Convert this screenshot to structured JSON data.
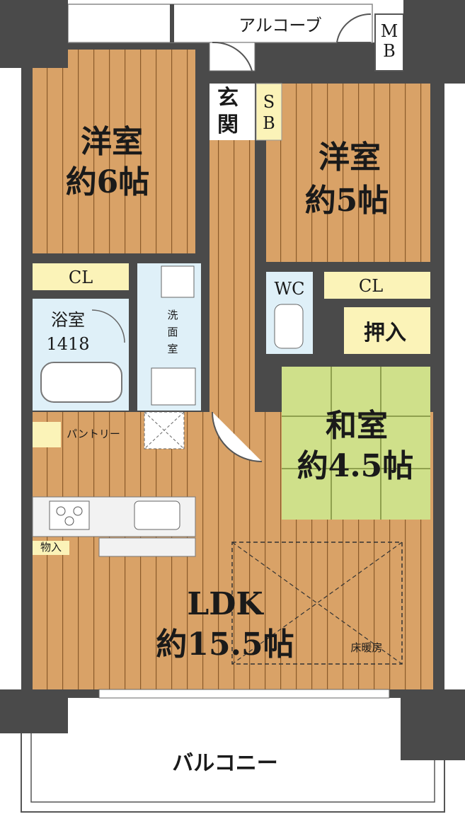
{
  "rooms": {
    "western_6": {
      "name": "洋室",
      "size": "約6帖"
    },
    "western_5": {
      "name": "洋室",
      "size": "約5帖"
    },
    "japanese": {
      "name": "和室",
      "size": "約4.5帖"
    },
    "ldk": {
      "name": "LDK",
      "size": "約15.5帖"
    }
  },
  "labels": {
    "alcove": "アルコーブ",
    "mb_m": "M",
    "mb_b": "B",
    "entrance_1": "玄",
    "entrance_2": "関",
    "sb_s": "S",
    "sb_b": "B",
    "cl_left": "CL",
    "cl_right": "CL",
    "wc": "WC",
    "oshiire": "押入",
    "bath": "浴室",
    "bath_size": "1418",
    "wash_1": "洗",
    "wash_2": "面",
    "wash_3": "室",
    "pantry": "パントリー",
    "storage": "物入",
    "floor_heating": "床暖房",
    "balcony": "バルコニー"
  },
  "colors": {
    "wall": "#4a4a4a",
    "floor_wood": "#d9a267",
    "floor_line": "#8a5a2a",
    "tatami": "#cfe08a",
    "storage_yellow": "#fbf3b8",
    "wet_blue": "#dff0f8",
    "counter": "#f2f2f2"
  }
}
